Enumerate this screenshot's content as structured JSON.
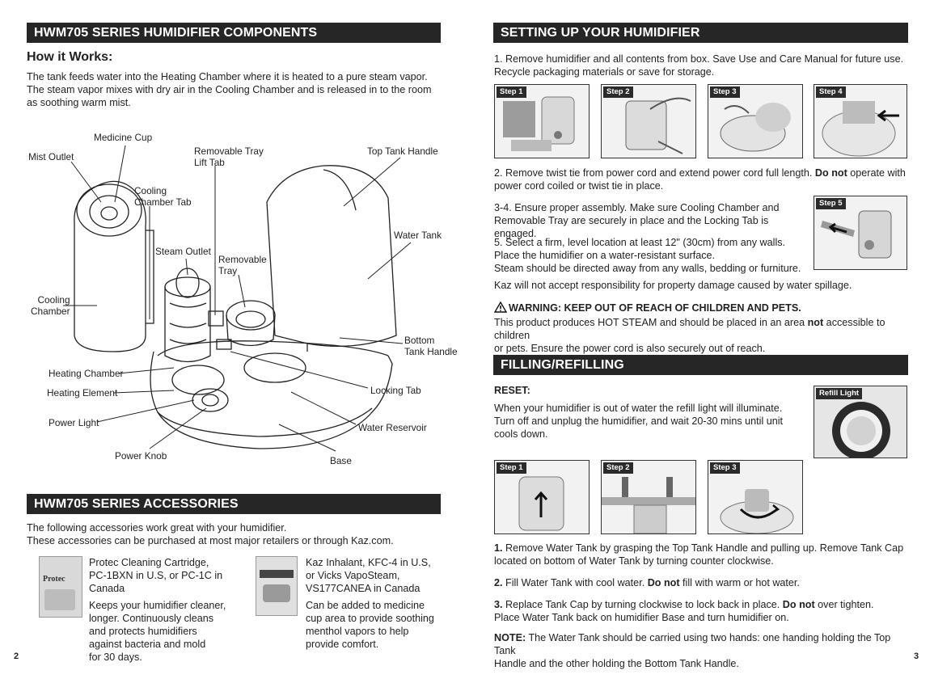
{
  "left": {
    "components_title": "HWM705 SERIES HUMIDIFIER COMPONENTS",
    "how_title": "How it Works:",
    "how_text": [
      "The tank feeds water into the Heating Chamber where it is heated to a pure steam vapor.",
      "The steam vapor mixes with dry air in the Cooling Chamber and is released in to the room",
      "as soothing warm mist."
    ],
    "labels": {
      "medicine_cup": "Medicine Cup",
      "mist_outlet": "Mist Outlet",
      "removable_tray_lift_tab_1": "Removable Tray",
      "removable_tray_lift_tab_2": "Lift Tab",
      "top_tank_handle": "Top Tank Handle",
      "cooling_chamber_tab_1": "Cooling",
      "cooling_chamber_tab_2": "Chamber Tab",
      "water_tank": "Water Tank",
      "steam_outlet": "Steam Outlet",
      "removable_tray_1": "Removable",
      "removable_tray_2": "Tray",
      "cooling_chamber_1": "Cooling",
      "cooling_chamber_2": "Chamber",
      "bottom_tank_handle_1": "Bottom",
      "bottom_tank_handle_2": "Tank Handle",
      "heating_chamber": "Heating Chamber",
      "heating_element": "Heating Element",
      "locking_tab": "Locking Tab",
      "power_light": "Power Light",
      "water_reservoir": "Water Reservoir",
      "power_knob": "Power Knob",
      "base": "Base"
    },
    "accessories_title": "HWM705 SERIES ACCESSORIES",
    "accessories_text": [
      "The following accessories work great with your humidifier.",
      "These accessories can be purchased at most major retailers or through Kaz.com."
    ],
    "acc1_lines": [
      "Protec Cleaning Cartridge,",
      "PC-1BXN in U.S, or PC-1C in",
      "Canada"
    ],
    "acc1_desc": [
      "Keeps your humidifier cleaner,",
      "longer.  Continuously cleans",
      "and protects humidifiers",
      "against bacteria and mold",
      "for 30 days."
    ],
    "acc1_box": "Protec",
    "acc2_lines": [
      "Kaz Inhalant, KFC-4 in U.S,",
      "or Vicks VapoSteam,",
      "VS177CANEA in Canada"
    ],
    "acc2_desc": [
      "Can be added to medicine",
      "cup area to provide soothing",
      "menthol vapors to help",
      "provide comfort."
    ],
    "page_number": "2"
  },
  "right": {
    "setup_title": "SETTING UP YOUR HUMIDIFIER",
    "setup_1": [
      "1. Remove humidifier and all contents from box. Save Use and Care Manual for future use.",
      "Recycle packaging materials or save for storage."
    ],
    "steps": [
      "Step 1",
      "Step 2",
      "Step 3",
      "Step 4"
    ],
    "setup_2a": "2. Remove twist tie from power cord and extend power cord full length. ",
    "setup_2b": "Do not",
    "setup_2c": " operate with",
    "setup_2d": "power cord coiled or twist tie in place.",
    "setup_34": [
      "3-4. Ensure proper assembly. Make sure Cooling Chamber and",
      "Removable Tray are securely in place and the Locking Tab is engaged."
    ],
    "step5": "Step 5",
    "setup_5": [
      "5. Select a firm, level location at least 12\" (30cm) from any walls.",
      "Place the humidifier on a water-resistant surface.",
      "Steam should be directed away from any walls, bedding or furniture."
    ],
    "kaz_note": "Kaz will not accept responsibility for property damage caused by water spillage.",
    "warning_title": "WARNING: KEEP OUT OF REACH OF CHILDREN AND PETS.",
    "warning_1a": "This product produces HOT STEAM and should be placed in an area ",
    "warning_1b": "not",
    "warning_1c": " accessible to children",
    "warning_2": "or pets. Ensure the power cord is also securely out of reach.",
    "filling_title": "FILLING/REFILLING",
    "reset_title": "RESET:",
    "reset_text": [
      "When your humidifier is out of water the refill light will illuminate.",
      "Turn off and unplug the humidifier, and wait 20-30 mins until unit",
      "cools down."
    ],
    "refill_light": "Refill Light",
    "fill_steps": [
      "Step 1",
      "Step 2",
      "Step 3"
    ],
    "fill_1_num": "1.",
    "fill_1": [
      " Remove Water Tank by grasping the Top Tank Handle and pulling up. Remove Tank Cap",
      "located on bottom of Water Tank by turning counter clockwise."
    ],
    "fill_2_num": "2.",
    "fill_2a": " Fill Water Tank with cool water. ",
    "fill_2b": "Do not",
    "fill_2c": " fill with warm or hot water.",
    "fill_3_num": "3.",
    "fill_3a": " Replace Tank Cap by turning clockwise to lock back in place. ",
    "fill_3b": "Do not",
    "fill_3c": " over tighten.",
    "fill_3d": "Place Water Tank back on humidifier Base and turn humidifier on.",
    "note_label": "NOTE:",
    "note_1": " The Water Tank should be carried using two hands: one handing holding the Top Tank",
    "note_2": "Handle and the other holding the Bottom Tank Handle.",
    "page_number": "3"
  }
}
